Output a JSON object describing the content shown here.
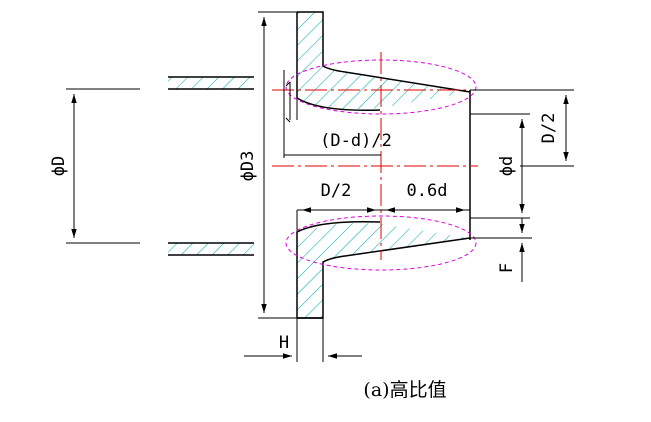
{
  "diagram": {
    "labels": {
      "phi_D": "ϕD",
      "phi_D3": "ϕD3",
      "phi_d": "ϕd",
      "d_minus_over_2": "(D-d)/2",
      "D_over_2_horizontal": "D/2",
      "zero_point_six_d": "0.6d",
      "D_over_2_vertical": "D/2",
      "F": "F",
      "H": "H"
    },
    "caption": "(a)高比值",
    "colors": {
      "outline": "#000000",
      "hatch": "#00a8a8",
      "center_line": "#e00000",
      "dashed_ellipse": "#e000e0"
    }
  }
}
